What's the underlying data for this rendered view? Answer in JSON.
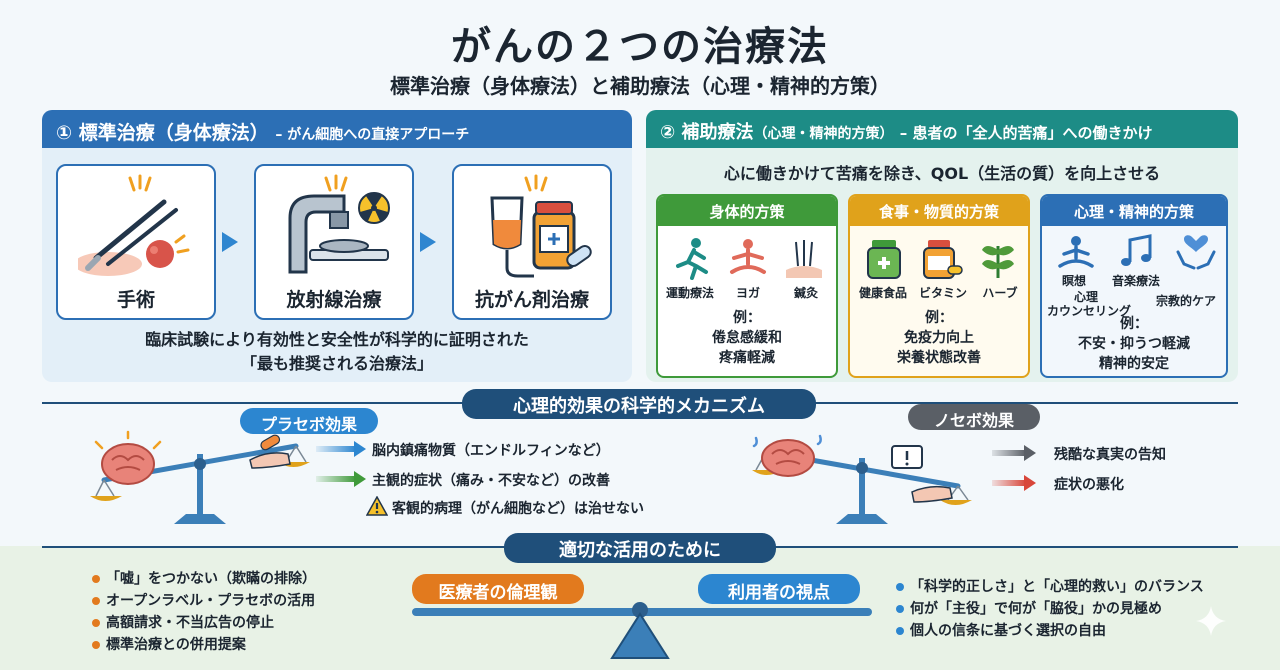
{
  "header": {
    "title": "がんの２つの治療法",
    "subtitle": "標準治療（身体療法）と補助療法（心理・精神的方策）"
  },
  "standard": {
    "head_main": "① 標準治療（身体療法）",
    "head_sub": "– がん細胞への直接アプローチ",
    "cards": [
      {
        "label": "手術",
        "icon": "scalpel-icon"
      },
      {
        "label": "放射線治療",
        "icon": "radiation-machine-icon"
      },
      {
        "label": "抗がん剤治療",
        "icon": "iv-drip-icon"
      }
    ],
    "note_line1": "臨床試験により有効性と安全性が科学的に証明された",
    "note_line2": "「最も推奨される治療法」"
  },
  "supplement": {
    "head_main": "② 補助療法",
    "head_paren": "（心理・精神的方策）",
    "head_rest": "– 患者の「全人的苦痛」への働きかけ",
    "lead": "心に働きかけて苦痛を除き、QOL（生活の質）を向上させる",
    "physical": {
      "title": "身体的方策",
      "items": [
        "運動療法",
        "ヨガ",
        "鍼灸"
      ],
      "ex_label": "例：",
      "ex_line1": "倦怠感緩和",
      "ex_line2": "疼痛軽減"
    },
    "diet": {
      "title": "食事・物質的方策",
      "items": [
        "健康食品",
        "ビタミン",
        "ハーブ"
      ],
      "ex_label": "例：",
      "ex_line1": "免疫力向上",
      "ex_line2": "栄養状態改善"
    },
    "mental": {
      "title": "心理・精神的方策",
      "items": [
        "瞑想",
        "音楽療法",
        "心理",
        "カウンセリング",
        "宗教的ケア"
      ],
      "ex_label": "例：",
      "ex_line1": "不安・抑うつ軽減",
      "ex_line2": "精神的安定"
    }
  },
  "mechanism": {
    "title": "心理的効果の科学的メカニズム",
    "placebo_label": "プラセボ効果",
    "placebo_effects": [
      "脳内鎮痛物質（エンドルフィンなど）",
      "主観的症状（痛み・不安など）の改善",
      "客観的病理（がん細胞など）は治せない"
    ],
    "nocebo_label": "ノセボ効果",
    "nocebo_effects": [
      "残酷な真実の告知",
      "症状の悪化"
    ]
  },
  "usage": {
    "title": "適切な活用のために",
    "left_items": [
      "「嘘」をつかない（欺瞞の排除）",
      "オープンラベル・プラセボの活用",
      "高額請求・不当広告の停止",
      "標準治療との併用提案"
    ],
    "ethics_label": "医療者の倫理観",
    "user_label": "利用者の視点",
    "right_items": [
      "「科学的正しさ」と「心理的救い」のバランス",
      "何が「主役」で何が「脇役」かの見極め",
      "個人の信条に基づく選択の自由"
    ]
  },
  "colors": {
    "blue": "#2c6fb5",
    "teal": "#1d8c86",
    "green": "#3f9a3a",
    "amber": "#e0a21b",
    "orange": "#e27a1e",
    "navy": "#1f4f7a",
    "gray": "#5a5f66"
  }
}
